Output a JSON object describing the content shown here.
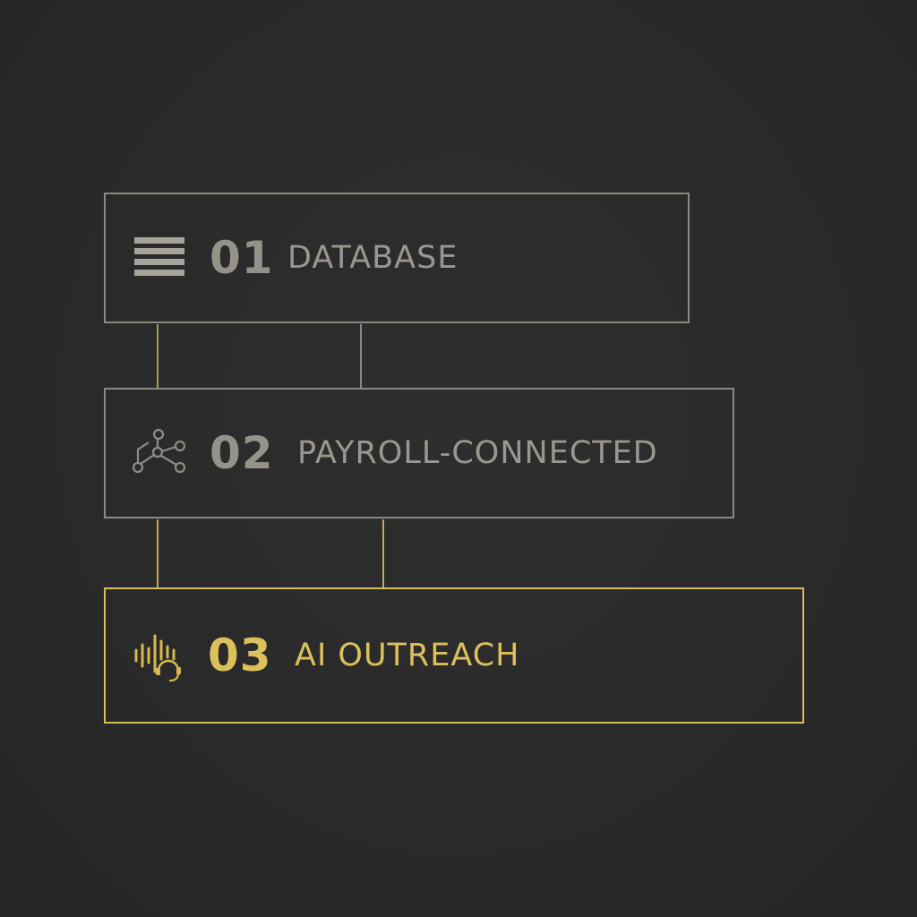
{
  "stages": [
    {
      "number": "01",
      "label": "DATABASE",
      "icon": "database-stack-icon",
      "status": "inactive"
    },
    {
      "number": "02",
      "label": "PAYROLL-CONNECTED",
      "icon": "network-nodes-icon",
      "status": "inactive"
    },
    {
      "number": "03",
      "label": "AI OUTREACH",
      "icon": "voice-headset-icon",
      "status": "active"
    }
  ],
  "colors": {
    "background": "#2a2a2a",
    "inactive_border": "#8a8a84",
    "inactive_text": "#9a978f",
    "active_accent": "#d9bd4e"
  }
}
